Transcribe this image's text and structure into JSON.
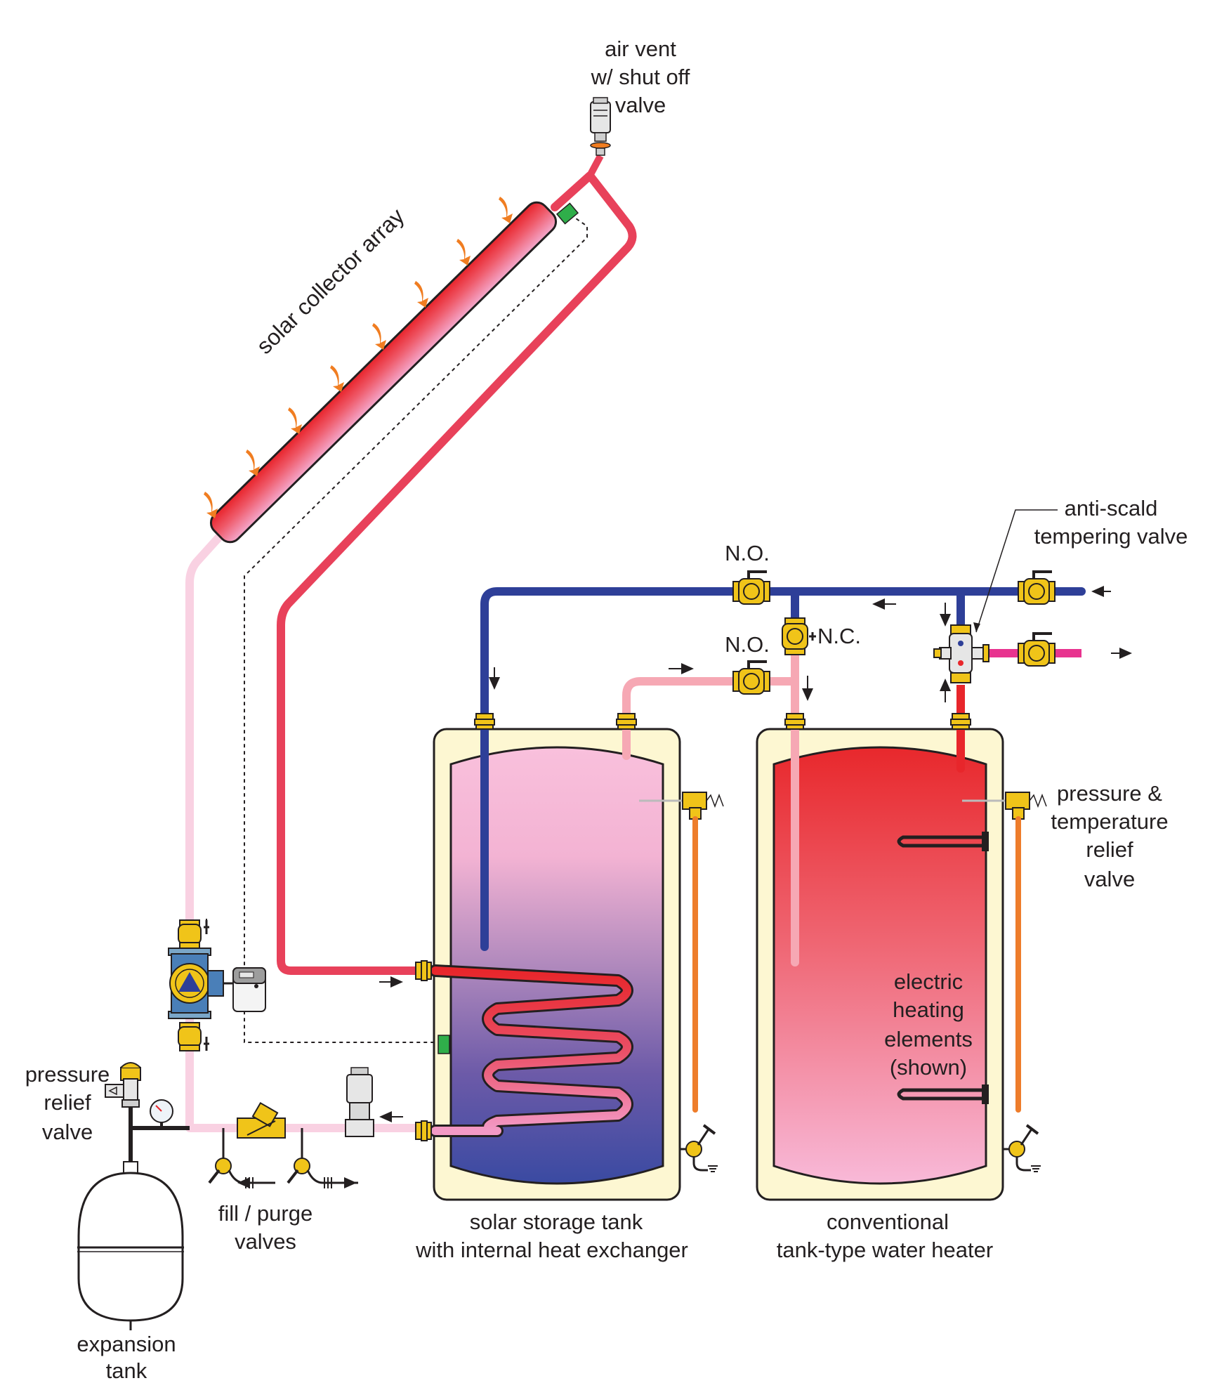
{
  "labels": {
    "air_vent": [
      "air vent",
      "w/ shut off",
      "valve"
    ],
    "solar_collector": "solar collector array",
    "anti_scald": [
      "anti-scald",
      "tempering valve"
    ],
    "no_top": "N.O.",
    "no_mid": "N.O.",
    "nc": "N.C.",
    "pt_relief": [
      "pressure &",
      "temperature",
      "relief",
      "valve"
    ],
    "electric_elements": [
      "electric",
      "heating",
      "elements",
      "(shown)"
    ],
    "pressure_relief": [
      "pressure",
      "relief",
      "valve"
    ],
    "fill_purge": [
      "fill / purge",
      "valves"
    ],
    "solar_tank": [
      "solar storage tank",
      "with internal heat exchanger"
    ],
    "conventional_tank": [
      "conventional",
      "tank-type water heater"
    ],
    "expansion_tank": [
      "expansion",
      "tank"
    ]
  },
  "colors": {
    "hot_pipe": "#e8415a",
    "cold_pipe": "#2e3f98",
    "supply_cold_pipe": "#f9d1e2",
    "preheat_pipe": "#f6a8b4",
    "mixed_out_pipe": "#e8338f",
    "relief_pipe": "#ee7d2b",
    "tank_jacket": "#fdf7d2",
    "brass": "#f0c419",
    "sensor": "#2fae4a",
    "sun_arrow": "#f07d21"
  },
  "icons": {
    "sun": "sun-ray-arrow-icon",
    "circulator": "circulator-pump-icon",
    "controller": "controller-icon",
    "ball_valve": "ball-valve-icon",
    "check_valve": "check-valve-icon",
    "air_separator": "air-separator-icon",
    "gauge": "pressure-gauge-icon",
    "drain": "drain-valve-icon",
    "sensor": "temperature-sensor-icon"
  }
}
